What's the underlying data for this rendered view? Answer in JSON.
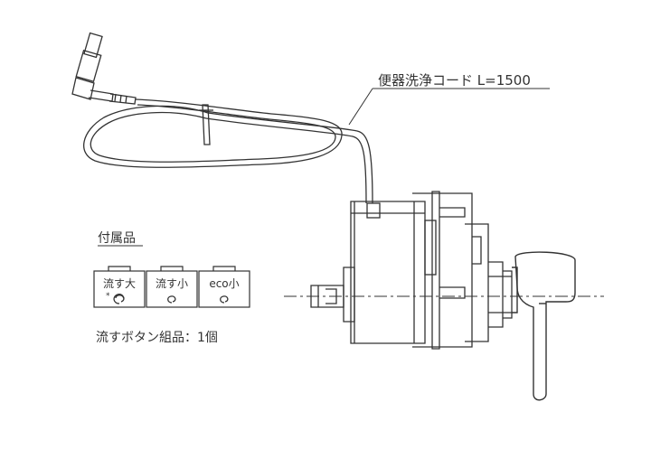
{
  "cord_label": "便器洗浄コード L=1500",
  "accessories_heading": "付属品",
  "buttons": [
    {
      "label": "流す大",
      "icon": "swirl-large-icon",
      "marker": "*"
    },
    {
      "label": "流す小",
      "icon": "swirl-small-icon"
    },
    {
      "label": "eco小",
      "icon": "swirl-eco-icon"
    }
  ],
  "button_set_label": "流すボタン組品：1個",
  "colors": {
    "line": "#333333",
    "background": "#ffffff"
  }
}
